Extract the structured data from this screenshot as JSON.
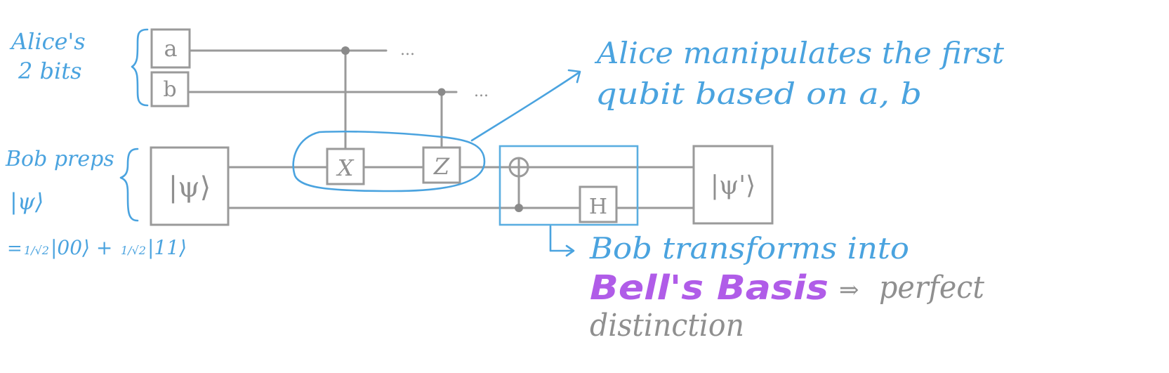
{
  "annotations": {
    "alice_bits_line1": "Alice's",
    "alice_bits_line2": "2 bits",
    "bob_preps_line1": "Bob preps",
    "bob_preps_line2": "|ψ⟩",
    "bob_preps_eq_1": "= ",
    "bob_preps_eq_frac1": "1/√2",
    "bob_preps_eq_ket00": "|00⟩ +",
    "bob_preps_eq_frac2": "1/√2",
    "bob_preps_eq_ket11": "|11⟩",
    "alice_note_line1": "Alice manipulates the first",
    "alice_note_line2": "qubit based on a, b",
    "bob_note_line1": "Bob transforms into",
    "bell_basis": "Bell's Basis",
    "arrow_implies": "⇒",
    "perfect": "perfect",
    "distinction": "distinction"
  },
  "gates": {
    "bit_a": "a",
    "bit_b": "b",
    "psi": "|ψ⟩",
    "x_gate": "X",
    "z_gate": "Z",
    "h_gate": "H",
    "psi_out": "|ψ'⟩"
  },
  "wires": {
    "a_continues": "...",
    "b_continues": "..."
  },
  "colors": {
    "ink_blue": "#4aa3df",
    "ink_gray": "#9a9a9a",
    "ink_purple": "#b05ce8"
  }
}
